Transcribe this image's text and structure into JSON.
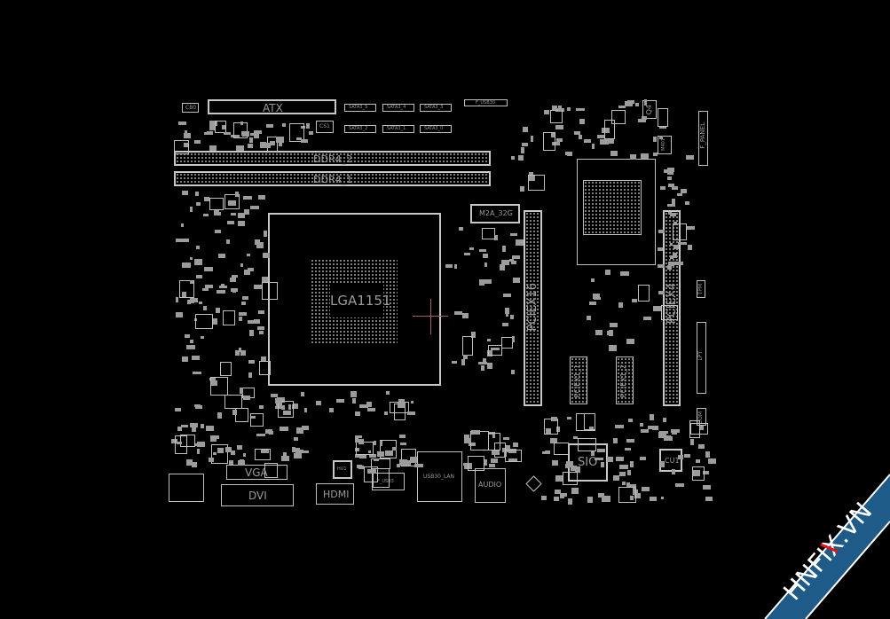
{
  "board": {
    "atx": "ATX",
    "cb0": "CB0",
    "sata": [
      "SATA3_5",
      "SATA3_4",
      "SATA3_3",
      "SATA3_2",
      "SATA3_1",
      "SATA3_0"
    ],
    "f_usb30": "F_USB30",
    "ddr4_2": "DDR4_2",
    "ddr4_1": "DDR4_1",
    "cpu_socket": "LGA1151",
    "m2": "M2A_32G",
    "pciex16": "PCIEX16",
    "pciex4": "PCIEX4",
    "pciex1_1": "PCIEX1_1",
    "pciex1_2": "PCIEX1_2",
    "sio": "SIO",
    "cu1": "CU1",
    "vga": "VGA",
    "dvi": "DVI",
    "hdmi": "HDMI",
    "f_usb3": "F_USB3",
    "lan": "USB30_LAN",
    "audio": "AUDIO",
    "f_panel": "F_PANEL",
    "tpm": "TPM",
    "lpt": "LPT",
    "com": "COM",
    "q4": "Q4",
    "cs1": "CS1",
    "m401": "M401",
    "hu1": "HU1"
  },
  "colors": {
    "outline": "#c0c0c0",
    "label": "#9a9a9a",
    "crosshair": "#a06070",
    "watermark_bg": "#1e5b88",
    "watermark_slash": "#f01010"
  },
  "watermark": {
    "text": "HNFIX.VN"
  }
}
